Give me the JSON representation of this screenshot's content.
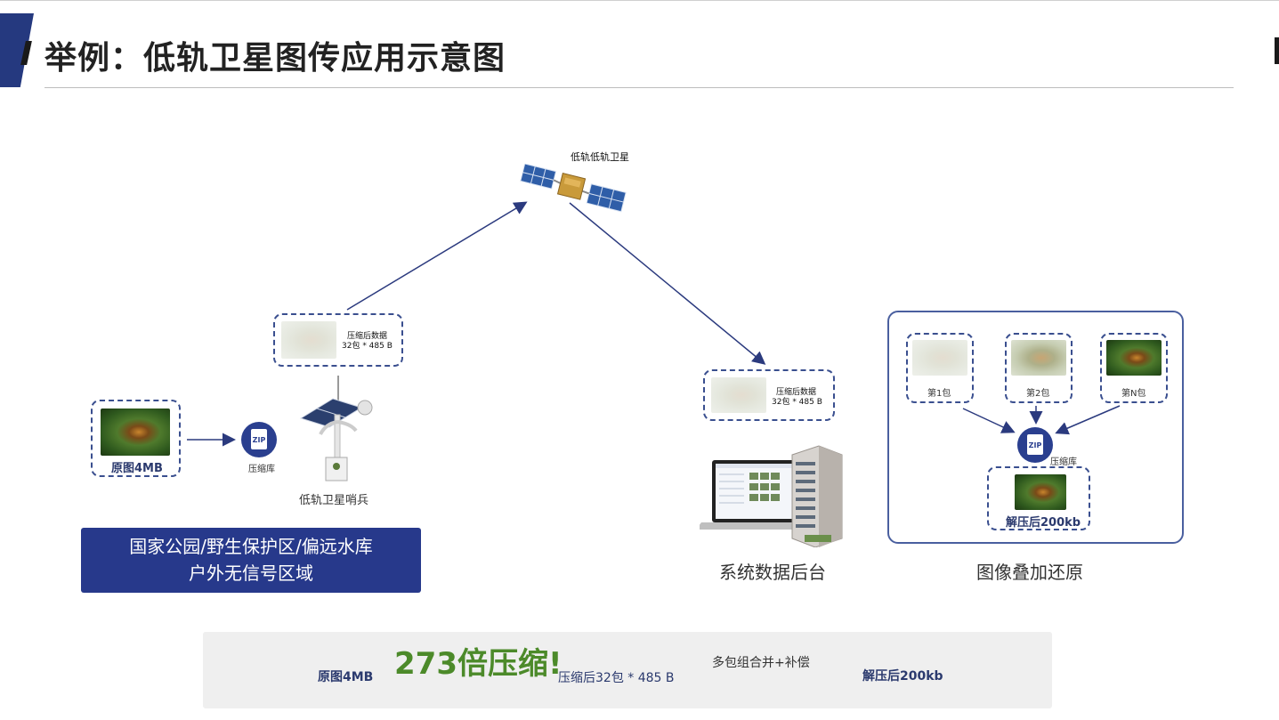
{
  "title": "举例：低轨卫星图传应用示意图",
  "satellite": {
    "label": "低轨低轨卫星",
    "icon": "satellite-icon"
  },
  "compressed_uplink": {
    "line1": "压缩后数据",
    "line2": "32包 * 485 B"
  },
  "compressed_downlink": {
    "line1": "压缩后数据",
    "line2": "32包 * 485 B"
  },
  "original": {
    "label": "原图4MB"
  },
  "zip_library": {
    "label": "压缩库",
    "icon_text": "ZIP"
  },
  "sentinel": {
    "label": "低轨卫星哨兵",
    "icon": "solar-pole-station-icon"
  },
  "region": {
    "line1": "国家公园/野生保护区/偏远水库",
    "line2": "户外无信号区域"
  },
  "backend": {
    "label": "系统数据后台",
    "icon": "laptop-building-icon"
  },
  "restore": {
    "label": "图像叠加还原",
    "packets": [
      {
        "label": "第1包"
      },
      {
        "label": "第2包"
      },
      {
        "label": "第N包"
      }
    ],
    "zip_label": "压缩库",
    "result_label": "解压后200kb"
  },
  "summary": {
    "start": "原图4MB",
    "ratio": "273倍压缩!",
    "middle": "压缩后32包 * 485 B",
    "merge": "多包组合并+补偿",
    "end": "解压后200kb"
  },
  "colors": {
    "brand_blue": "#27398b",
    "green_highlight": "#4c8a2a",
    "dashed_border": "#3a4f8f"
  }
}
